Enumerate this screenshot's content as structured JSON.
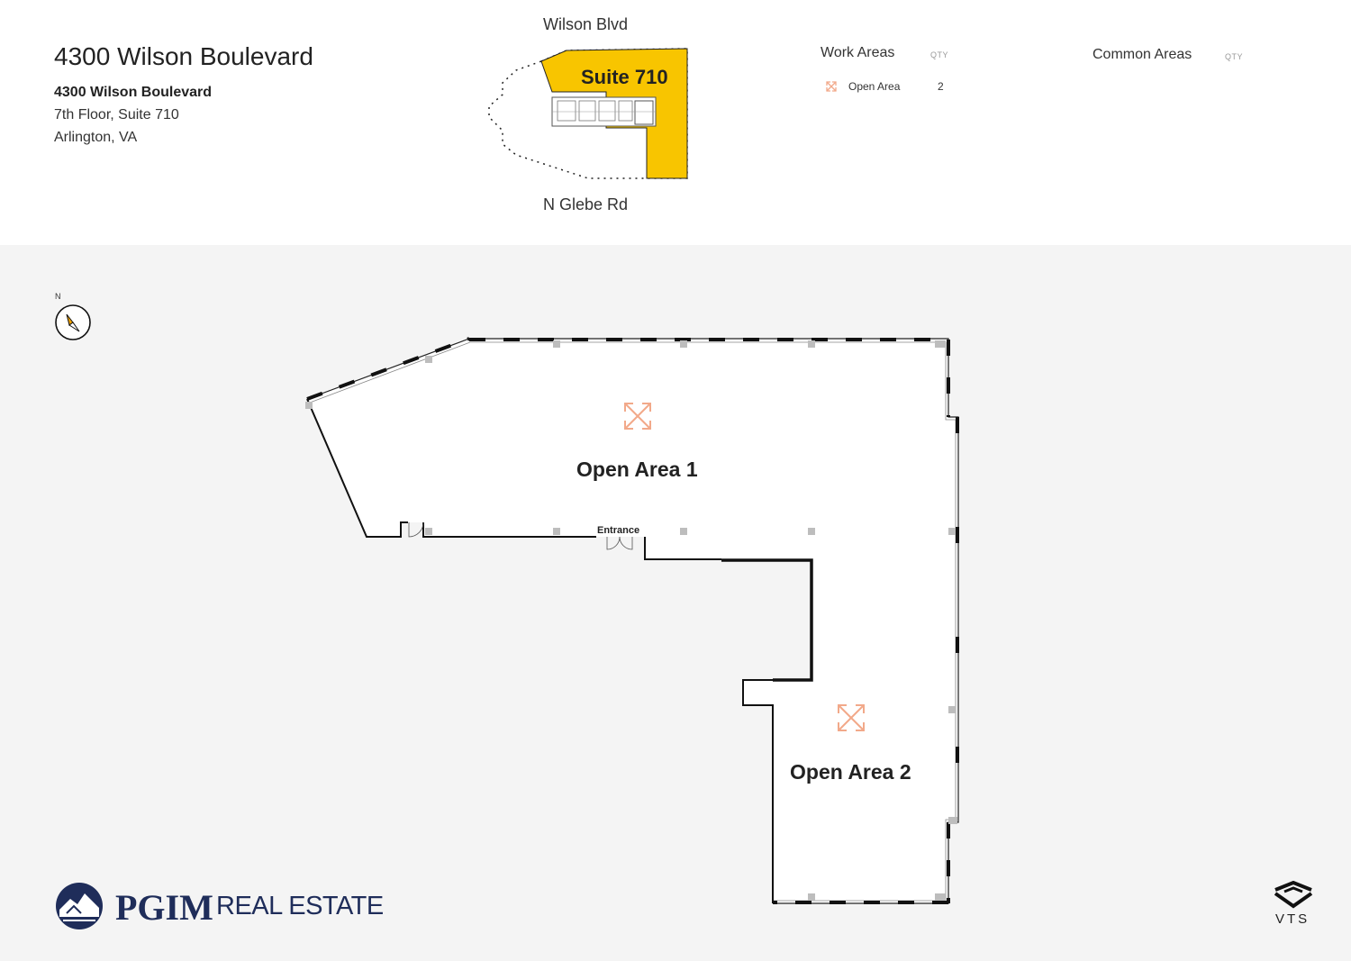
{
  "header": {
    "title": "4300 Wilson Boulevard",
    "address_line1": "4300 Wilson Boulevard",
    "address_line2": "7th Floor, Suite 710",
    "address_line3": "Arlington, VA"
  },
  "keyplan": {
    "street_north": "Wilson Blvd",
    "street_south": "N Glebe Rd",
    "suite_label": "Suite 710",
    "highlight_color": "#f8c500"
  },
  "legend": {
    "work_areas": {
      "heading": "Work Areas",
      "qty_label": "QTY",
      "items": [
        {
          "label": "Open Area",
          "qty": "2",
          "icon": "expand-arrows-icon"
        }
      ]
    },
    "common_areas": {
      "heading": "Common Areas",
      "qty_label": "QTY"
    }
  },
  "floorplan": {
    "areas": [
      {
        "label": "Open Area 1",
        "icon": "expand-arrows-icon"
      },
      {
        "label": "Open Area 2",
        "icon": "expand-arrows-icon"
      }
    ],
    "entrance_label": "Entrance",
    "icon_color": "#f2a98a"
  },
  "compass": {
    "label": "N"
  },
  "branding": {
    "pgim_word": "PGIM",
    "pgim_suffix": "REAL ESTATE",
    "vts_word": "VTS"
  }
}
